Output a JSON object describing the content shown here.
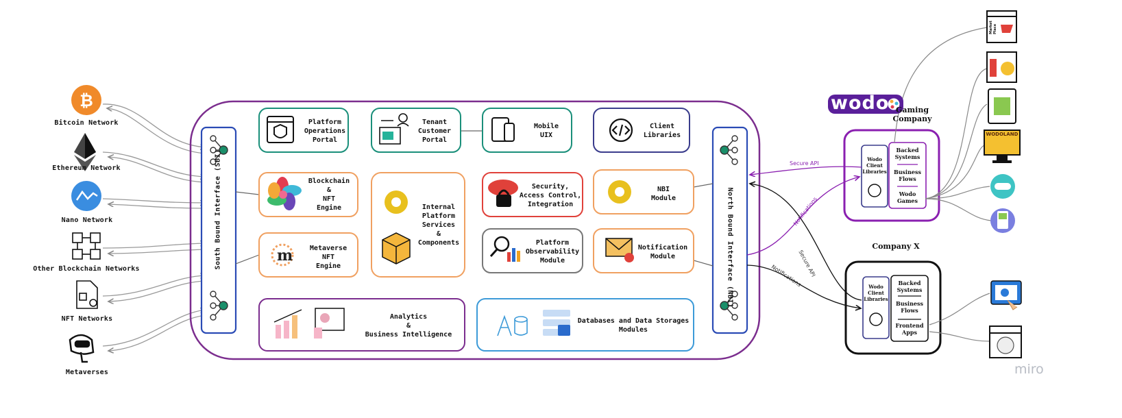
{
  "networks": [
    {
      "label": "Bitcoin Network",
      "icon": "bitcoin-icon"
    },
    {
      "label": "Ethereum Network",
      "icon": "ethereum-icon"
    },
    {
      "label": "Nano Network",
      "icon": "nano-icon"
    },
    {
      "label": "Other Blockchain Networks",
      "icon": "blockchain-icon"
    },
    {
      "label": "NFT Networks",
      "icon": "nft-certificate-icon"
    },
    {
      "label": "Metaverses",
      "icon": "vr-headset-icon"
    }
  ],
  "sbi": {
    "label": "South Bound Interface (SBI)"
  },
  "nbi": {
    "label": "North Bound Interface (NBI)"
  },
  "modules": {
    "platform_ops": "Platform\nOperations\nPortal",
    "tenant_portal": "Tenant\nCustomer\nPortal",
    "mobile_uix": "Mobile\nUIX",
    "client_libraries": "Client\nLibraries",
    "blockchain_engine": "Blockchain\n&\nNFT\nEngine",
    "internal_services": "Internal\nPlatform\nServices\n&\nComponents",
    "security": "Security,\nAccess Control,\nIntegration",
    "nbi_module": "NBI\nModule",
    "metaverse_engine": "Metaverse\nNFT\nEngine",
    "observability": "Platform\nObservability\nModule",
    "notification": "Notification\nModule",
    "analytics": "Analytics\n&\nBusiness Intelligence",
    "databases": "Databases and Data Storages\nModules"
  },
  "gaming_company": {
    "logo_text": "wodo",
    "title": "Gaming\nCompany",
    "client_libs": "Wodo\nClient\nLibraries",
    "backed_systems": "Backed\nSystems",
    "business_flows": "Business\nFlows",
    "apps": "Wodo\nGames"
  },
  "company_x": {
    "title": "Company X",
    "client_libs": "Wodo\nClient\nLibraries",
    "backed_systems": "Backed\nSystems",
    "business_flows": "Business\nFlows",
    "apps": "Frontend\nApps"
  },
  "connections": {
    "secure_api": "Secure API",
    "notifications": "Notifications"
  },
  "right_icons": [
    {
      "icon": "marketplace-icon",
      "text": "Market\nPlace"
    },
    {
      "icon": "game-window-icon"
    },
    {
      "icon": "tablet-game-icon"
    },
    {
      "icon": "desktop-game-icon",
      "text": "WODOLAND"
    },
    {
      "icon": "gamepad-icon"
    },
    {
      "icon": "handheld-console-icon"
    },
    {
      "icon": "touch-screen-icon"
    },
    {
      "icon": "web-globe-icon"
    }
  ],
  "watermark": "miro",
  "colors": {
    "purple": "#7b2d8e",
    "blue": "#2a4bb5",
    "teal": "#1a8f7a",
    "orange": "#f0a060",
    "red": "#e0413a",
    "gray": "#777777",
    "navy": "#3a3c8c",
    "sky": "#3c9ad8",
    "bright_purple": "#8a1fb0"
  }
}
